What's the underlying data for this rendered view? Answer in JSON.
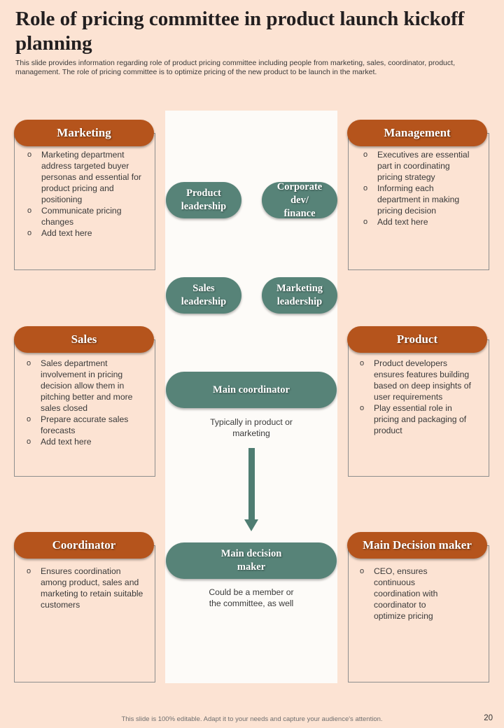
{
  "title": "Role of pricing committee in product launch kickoff planning",
  "subtitle": "This slide provides information regarding role of product pricing committee including people from marketing, sales, coordinator, product, management. The role of pricing committee is to optimize pricing of the new product to  be launch in the market.",
  "cards": {
    "marketing": {
      "title": "Marketing",
      "items": [
        "Marketing department address targeted buyer personas and essential for product pricing and positioning",
        "Communicate pricing changes",
        "Add text here"
      ]
    },
    "management": {
      "title": "Management",
      "items": [
        "Executives are essential part in coordinating pricing strategy",
        "Informing each department in making pricing decision",
        "Add text here"
      ]
    },
    "sales": {
      "title": "Sales",
      "items": [
        "Sales department involvement  in pricing decision allow them in pitching better and more sales closed",
        "Prepare accurate sales forecasts",
        "Add text here"
      ]
    },
    "product": {
      "title": "Product",
      "items": [
        "Product developers ensures features building based on deep insights of user requirements",
        "Play essential role in pricing and packaging of product"
      ]
    },
    "coordinator": {
      "title": "Coordinator",
      "items": [
        "Ensures coordination among product, sales and marketing to retain suitable customers"
      ]
    },
    "decision_maker": {
      "title": "Main Decision maker",
      "items": [
        "CEO, ensures continuous coordination with coordinator to optimize pricing"
      ]
    }
  },
  "bullet_symbol": "o",
  "center": {
    "product_leadership": "Product leadership",
    "corporate_finance": "Corporate dev/ finance",
    "sales_leadership": "Sales leadership",
    "marketing_leadership": "Marketing leadership",
    "main_coordinator": "Main coordinator",
    "coordinator_note": "Typically in product or marketing",
    "main_decision_maker": "Main decision maker",
    "decision_maker_note": "Could be a member or the committee, as well"
  },
  "footer": "This slide is 100% editable.  Adapt it to your needs and capture your audience's attention.",
  "page_number": "20",
  "colors": {
    "background": "#fce3d3",
    "header_brown": "#b5541c",
    "pill_teal": "#578378",
    "panel": "#fdfbf8"
  }
}
